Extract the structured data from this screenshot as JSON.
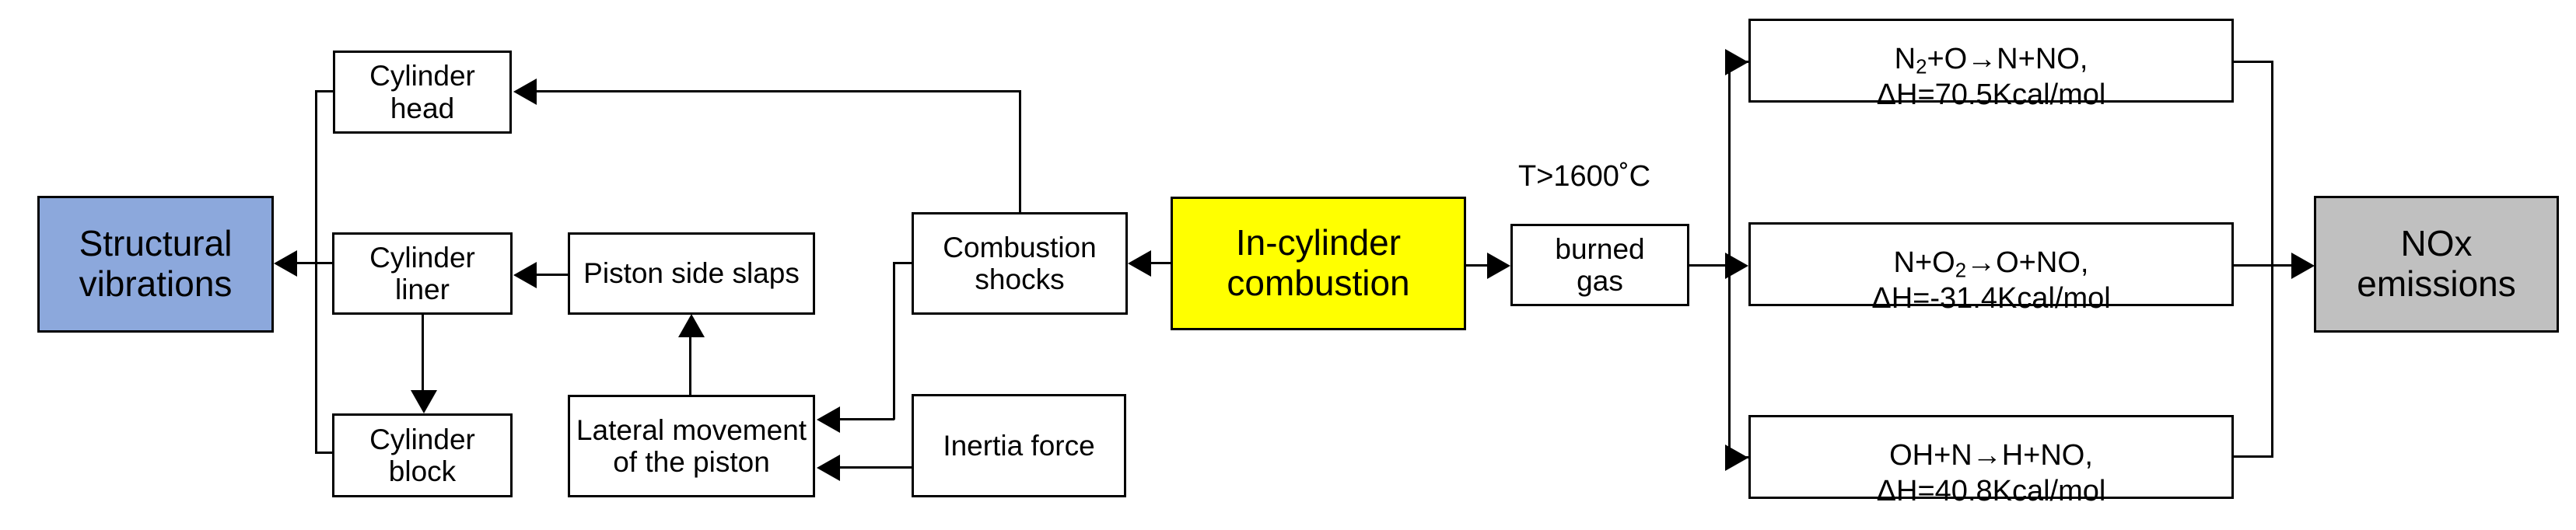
{
  "diagram": {
    "title": "In-cylinder combustion consequences: structural vibrations and NOx emissions",
    "colors": {
      "blue_node": "#8ca8dc",
      "yellow_node": "#ffff00",
      "gray_node": "#c0c0c0",
      "stroke": "#000000",
      "background": "#ffffff"
    },
    "nodes": {
      "structural_vibrations": "Structural\nvibrations",
      "cylinder_head": "Cylinder\nhead",
      "cylinder_liner": "Cylinder\nliner",
      "cylinder_block": "Cylinder\nblock",
      "piston_side_slaps": "Piston side slaps",
      "lateral_movement": "Lateral movement\nof the piston",
      "combustion_shocks": "Combustion\nshocks",
      "inertia_force": "Inertia force",
      "in_cylinder_combustion": "In-cylinder\ncombustion",
      "burned_gas": "burned\ngas",
      "nox_emissions": "NOx\nemissions"
    },
    "labels": {
      "temperature": "T>1600˚C"
    },
    "reactions": [
      {
        "equation": "N₂+O→N+NO,",
        "equation_parts": {
          "left": "N",
          "sub": "2",
          "rest": "+O→N+NO,"
        },
        "enthalpy": "ΔH=70.5Kcal/mol"
      },
      {
        "equation": "N+O₂→O+NO,",
        "equation_parts": {
          "left": "N+O",
          "sub": "2",
          "rest": "→O+NO,"
        },
        "enthalpy": "ΔH=-31.4Kcal/mol"
      },
      {
        "equation": "OH+N→H+NO,",
        "equation_parts": {
          "left": "OH+N→H+NO,",
          "sub": "",
          "rest": ""
        },
        "enthalpy": "ΔH=40.8Kcal/mol"
      }
    ]
  }
}
